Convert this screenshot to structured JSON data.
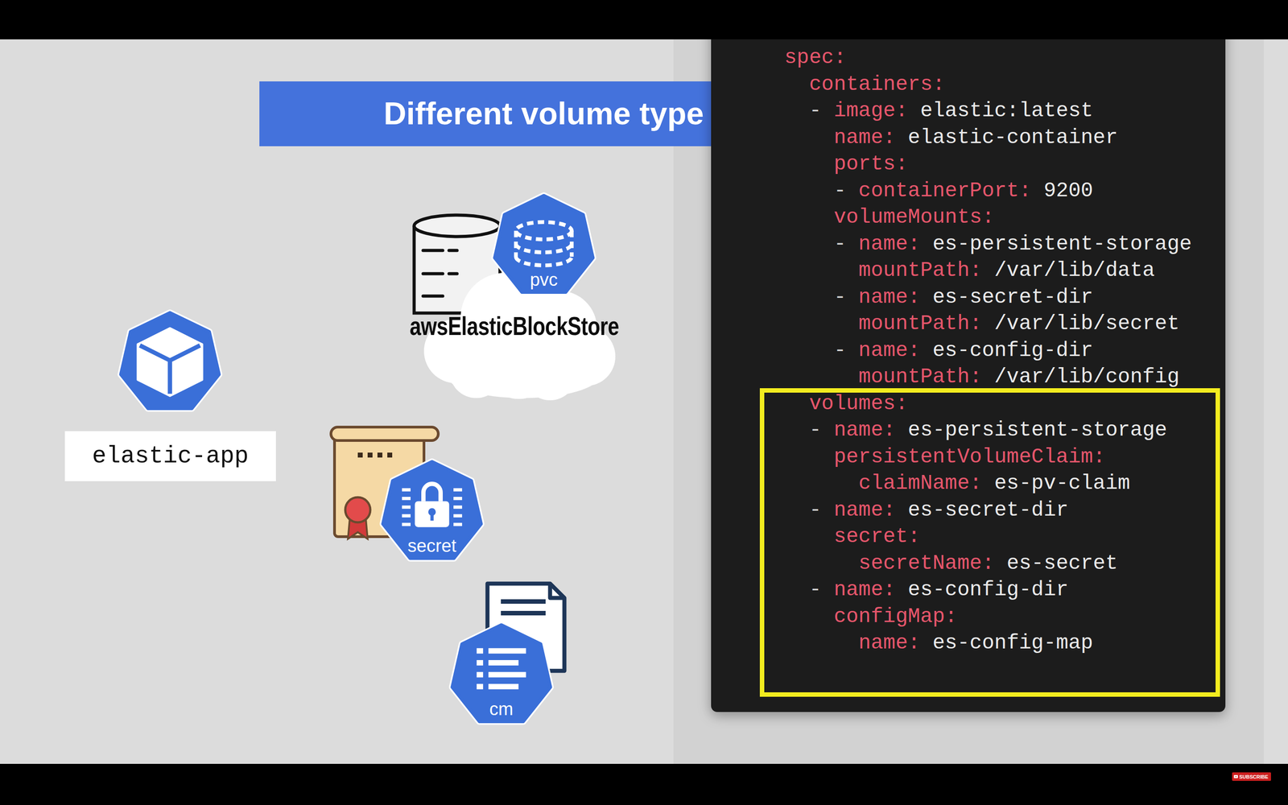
{
  "diagram": {
    "title": "Different volume type",
    "nodes": [
      {
        "text": [
          "pvc"
        ]
      },
      {
        "text": [
          "awsElasticBlockStore"
        ]
      },
      {
        "text": [
          "elastic-app"
        ]
      },
      {
        "text": [
          "secret"
        ]
      },
      {
        "text": [
          "cm"
        ]
      },
      {
        "text": [
          "SUBSCRIBE"
        ]
      }
    ],
    "labels": [
      "spec:",
      "containers:",
      "-",
      "image:",
      "elastic:latest",
      "name:",
      "elastic-container",
      "ports:",
      "-",
      "containerPort:",
      "9200",
      "volumeMounts:",
      "-",
      "name:",
      "es-persistent-storage",
      "mountPath:",
      "/var/lib/data",
      "-",
      "name:",
      "es-secret-dir",
      "mountPath:",
      "/var/lib/secret",
      "-",
      "name:",
      "es-config-dir",
      "mountPath:",
      "/var/lib/config",
      "volumes:",
      "-",
      "name:",
      "es-persistent-storage",
      "persistentVolumeClaim:",
      "claimName:",
      "es-pv-claim",
      "-",
      "name:",
      "es-secret-dir",
      "secret:",
      "secretName:",
      "es-secret",
      "-",
      "name:",
      "es-config-dir",
      "configMap:",
      "name:",
      "es-config-map"
    ]
  }
}
